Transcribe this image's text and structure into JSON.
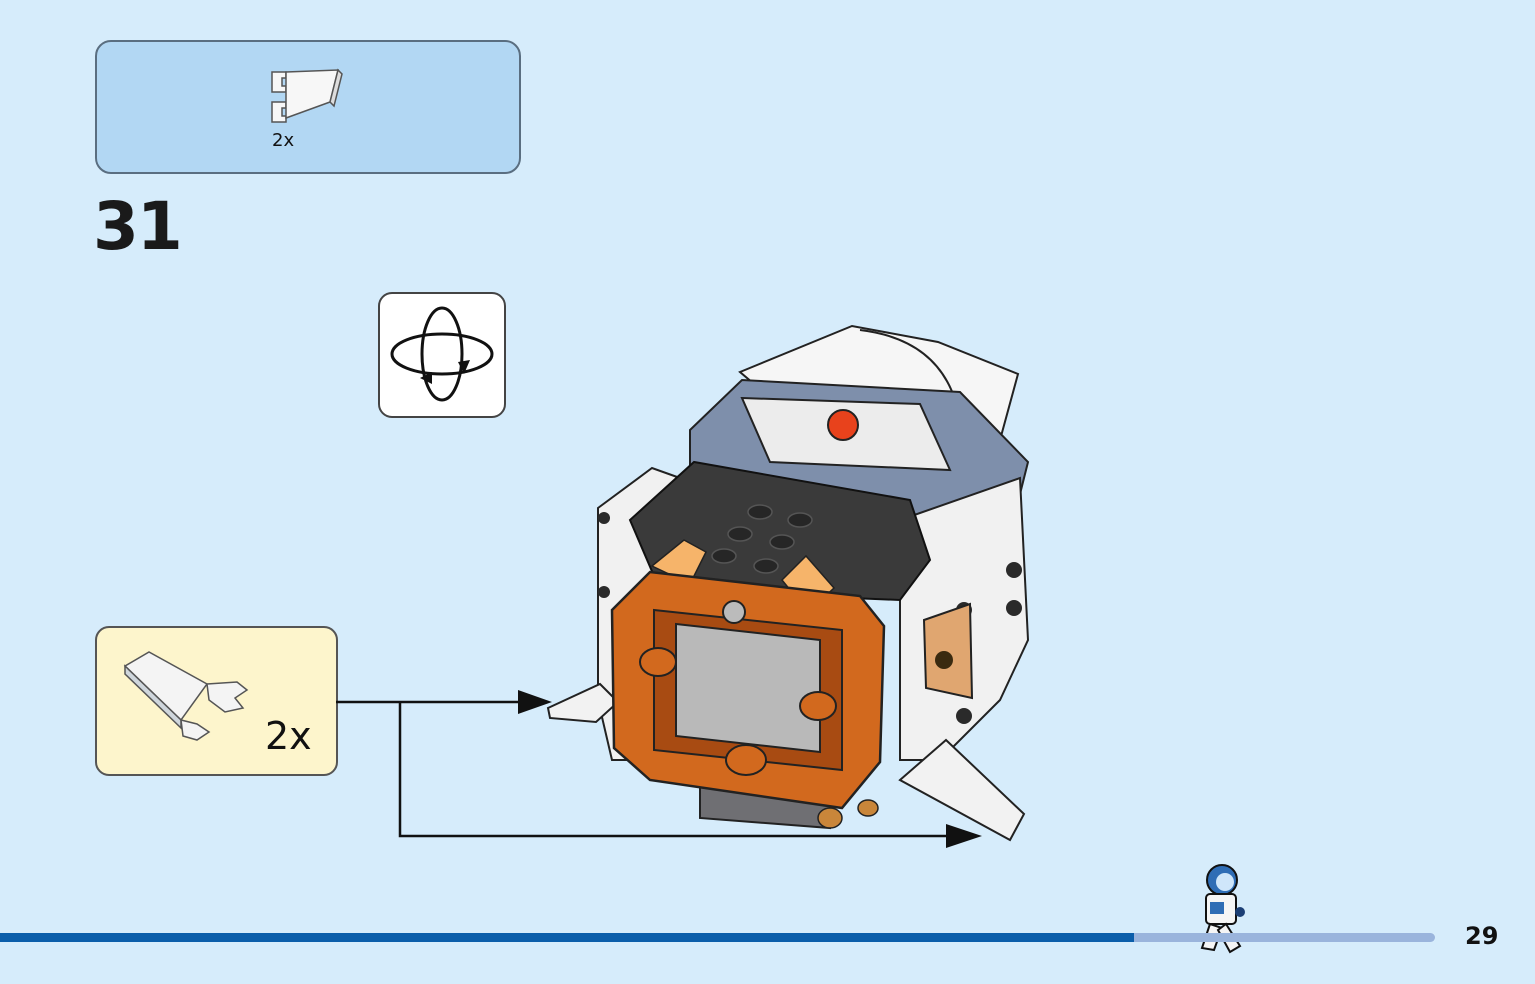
{
  "callout": {
    "quantity": "2x"
  },
  "step": {
    "number": "31"
  },
  "rotate_icon": "rotate-model-icon",
  "subassembly": {
    "quantity": "2x"
  },
  "progress": {
    "fraction": 0.79
  },
  "page": {
    "number": "29"
  },
  "colors": {
    "background": "#d6ecfb",
    "callout_bg": "#b2d7f3",
    "subassembly_bg": "#fdf5cc",
    "progress_fill": "#0b5eaa",
    "progress_track": "#9ab4dc",
    "orange": "#d2691e"
  }
}
